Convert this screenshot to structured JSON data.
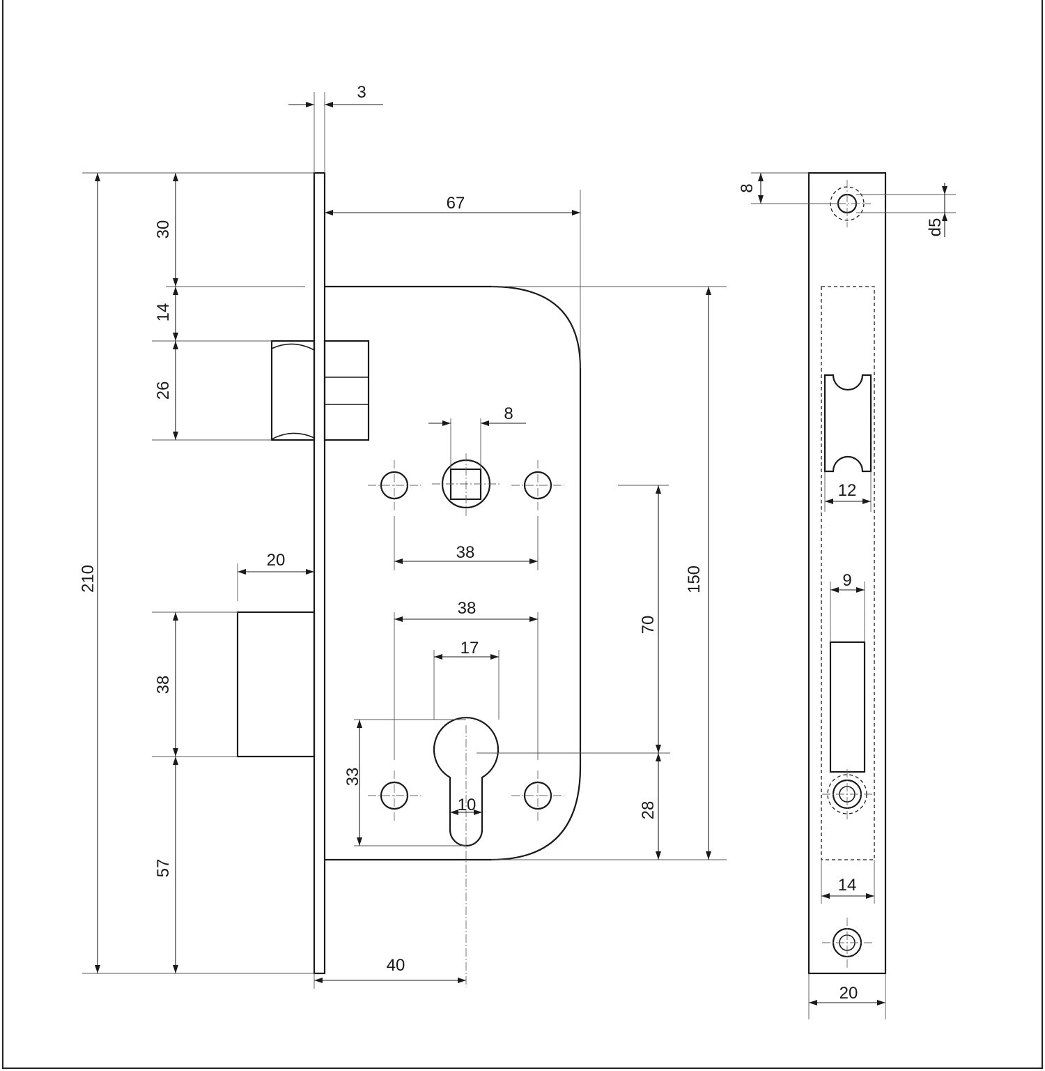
{
  "dimensions": {
    "faceplate_thickness": "3",
    "total_height": "210",
    "top_to_case": "30",
    "case_to_latch": "14",
    "latch_height": "26",
    "backset_case": "67",
    "spindle_square": "8",
    "spindle_screw_spacing": "38",
    "deadbolt_throw": "20",
    "cylinder_screw_spacing": "38",
    "cylinder_width": "17",
    "deadbolt_height": "38",
    "distance_70": "70",
    "case_height": "150",
    "cylinder_height": "33",
    "cylinder_slot": "10",
    "cylinder_to_bottom": "28",
    "bottom_57": "57",
    "backset": "40",
    "strike_top_hole": "8",
    "screw_diameter": "d5",
    "latch_opening": "12",
    "bolt_opening": "9",
    "inner_width": "14",
    "faceplate_width": "20"
  }
}
